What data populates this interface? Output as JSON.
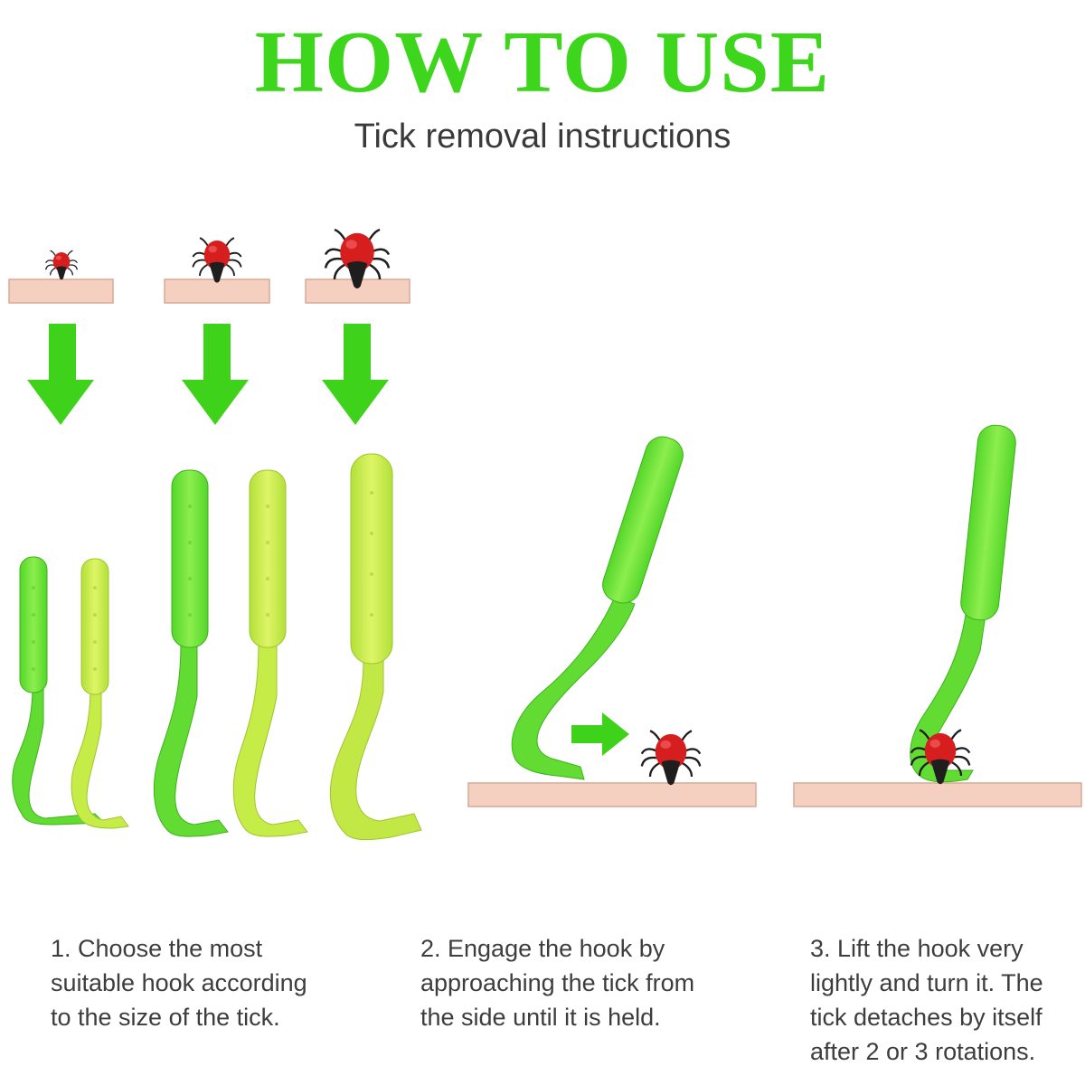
{
  "header": {
    "title": "HOW TO USE",
    "subtitle": "Tick removal instructions"
  },
  "steps": [
    {
      "text": "1. Choose the most\nsuitable hook according\nto the size of the tick."
    },
    {
      "text": "2. Engage the hook by\napproaching the tick from\nthe side until it is held."
    },
    {
      "text": "3. Lift the hook very\nlightly and turn it. The\ntick detaches by itself\nafter 2 or 3 rotations."
    }
  ],
  "colors": {
    "title": "#3dd61c",
    "arrow": "#3fd21a",
    "skin": "#f5cfc0",
    "skin_edge": "#d9a898",
    "tick_body": "#d61e1e",
    "tick_head": "#1e1e1e",
    "hook_green": "#6fe23b",
    "hook_lime": "#c6ec48",
    "text": "#3d3d3d"
  }
}
